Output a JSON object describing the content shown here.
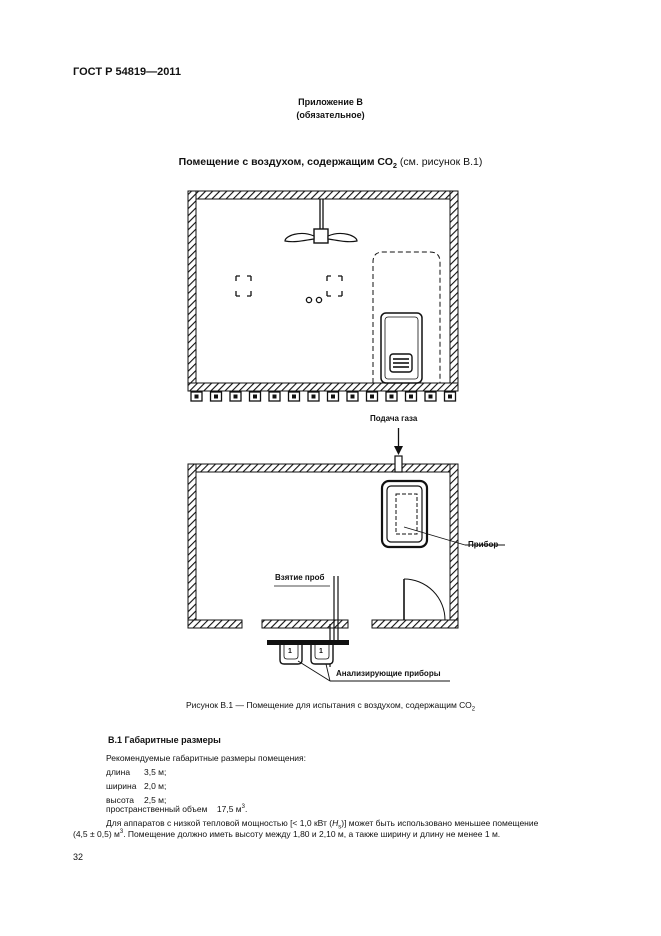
{
  "header": {
    "doc_id": "ГОСТ Р 54819—2011"
  },
  "appendix": {
    "title": "Приложение В",
    "status": "(обязательное)"
  },
  "caption": {
    "title_bold": "Помещение с воздухом, содержащим СО",
    "title_sub": "2",
    "title_rest": " (см. рисунок В.1)"
  },
  "figure": {
    "label_gas_supply": "Подача газа",
    "label_device": "Прибор",
    "label_sampling": "Взятие проб",
    "label_analyzers": "Анализирующие приборы",
    "analyzer_marks": [
      "1",
      "1"
    ],
    "caption_main": "Рисунок  В.1 — Помещение для испытания с воздухом, содержащим СО",
    "caption_sub": "2"
  },
  "section": {
    "title": "В.1  Габаритные размеры",
    "intro": "Рекомендуемые габаритные размеры помещения:",
    "dims": [
      {
        "label": "длина",
        "value": "3,5 м;"
      },
      {
        "label": "ширина",
        "value": "2,0 м;"
      },
      {
        "label": "высота",
        "value": "2,5 м;"
      }
    ],
    "volume_label": "пространственный объем",
    "volume_value": "17,5 м",
    "volume_sup": "3",
    "volume_end": ".",
    "p1_a": "Для аппаратов с низкой тепловой мощностью [< 1,0 кВт (",
    "p1_h": "H",
    "p1_hsub": "s",
    "p1_b": ")] может быть использовано меньшее помещение",
    "p2_a": "(4,5 ± 0,5) м",
    "p2_sup": "3",
    "p2_b": ". Помещение должно иметь высоту между 1,80 и 2,10 м, а также ширину и длину не менее 1 м."
  },
  "page": {
    "number": "32"
  }
}
